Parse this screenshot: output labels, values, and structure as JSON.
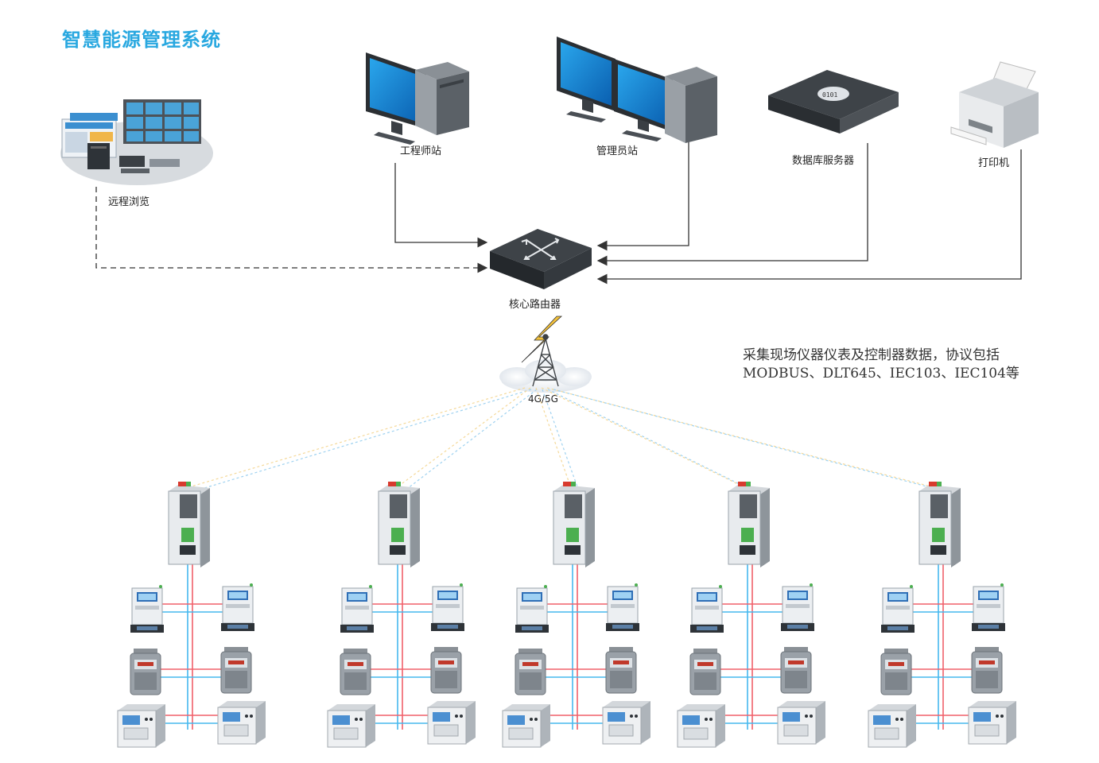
{
  "title": "智慧能源管理系统",
  "nodes": {
    "remote": "远程浏览",
    "engineer": "工程师站",
    "admin": "管理员站",
    "db_server": "数据库服务器",
    "printer": "打印机",
    "router": "核心路由器",
    "network": "4G/5G"
  },
  "note": "采集现场仪器仪表及控制器数据，协议包括MODBUS、DLT645、IEC103、IEC104等",
  "field_groups": 5,
  "colors": {
    "title": "#29a8e0",
    "line_red": "#f0606a",
    "line_blue": "#46b8ee",
    "wireless_blue": "#9fd2f0",
    "wireless_yellow": "#f5d99a"
  }
}
